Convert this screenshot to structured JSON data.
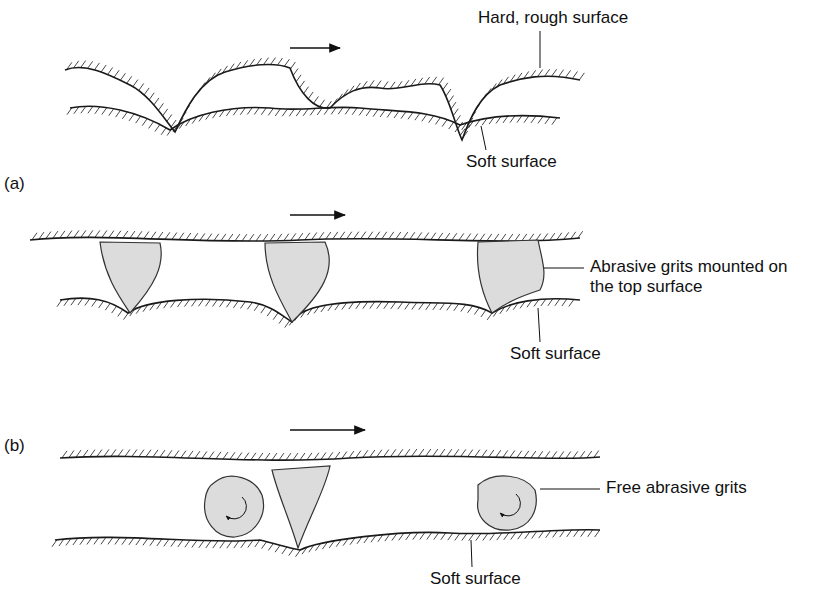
{
  "diagram": {
    "labels": [
      "Hard, rough surface",
      "Soft surface",
      "(a)",
      "Abrasive grits mounted on the top surface",
      "Soft surface",
      "(b)",
      "Free abrasive grits",
      "Soft surface"
    ]
  }
}
